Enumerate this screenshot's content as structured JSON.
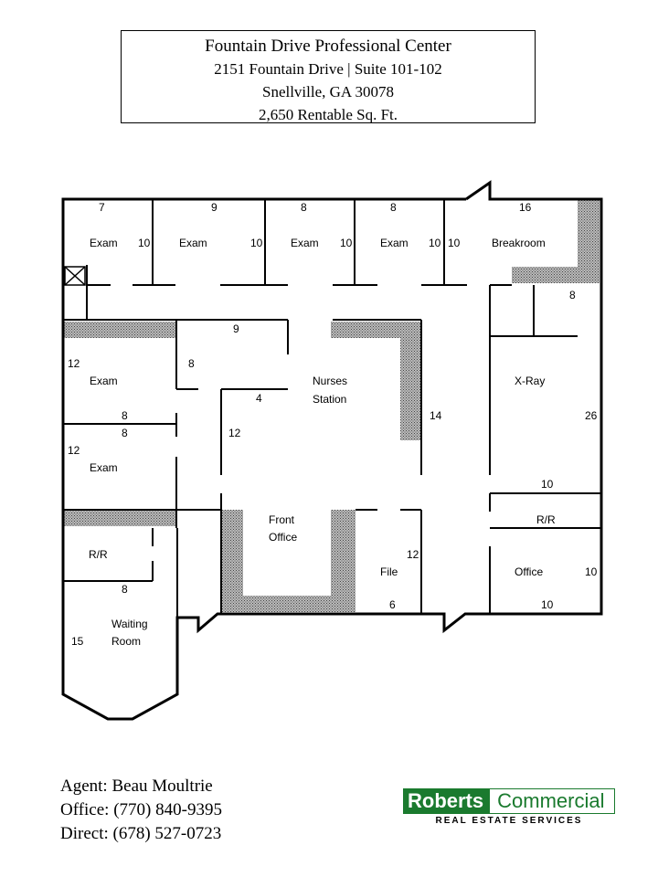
{
  "header": {
    "title": "Fountain Drive Professional Center",
    "address": "2151 Fountain Drive | Suite 101-102",
    "city": "Snellville, GA  30078",
    "area": "2,650 Rentable Sq. Ft."
  },
  "rooms": {
    "exam1": "Exam",
    "exam2": "Exam",
    "exam3": "Exam",
    "exam4": "Exam",
    "exam5": "Exam",
    "exam6": "Exam",
    "breakroom": "Breakroom",
    "nurses1": "Nurses",
    "nurses2": "Station",
    "xray": "X-Ray",
    "front1": "Front",
    "front2": "Office",
    "file": "File",
    "rr_left": "R/R",
    "rr_right": "R/R",
    "office": "Office",
    "waiting1": "Waiting",
    "waiting2": "Room"
  },
  "dims": {
    "d_7": "7",
    "d_9a": "9",
    "d_8a": "8",
    "d_8b": "8",
    "d_16": "16",
    "d_10a": "10",
    "d_10b": "10",
    "d_10c": "10",
    "d_10d": "10",
    "d_10e": "10",
    "d_8c": "8",
    "d_9b": "9",
    "d_12a": "12",
    "d_8d": "8",
    "d_4": "4",
    "d_8e": "8",
    "d_8f": "8",
    "d_12b": "12",
    "d_12c": "12",
    "d_14": "14",
    "d_26": "26",
    "d_10f": "10",
    "d_12d": "12",
    "d_8g": "8",
    "d_15": "15",
    "d_6": "6",
    "d_10g": "10",
    "d_10h": "10"
  },
  "footer": {
    "agent": "Agent:  Beau Moultrie",
    "office": "Office: (770) 840-9395",
    "direct": "Direct: (678) 527-0723"
  },
  "logo": {
    "roberts": "Roberts",
    "commercial": "Commercial",
    "tagline": "REAL ESTATE SERVICES",
    "brand_color": "#1a7a2e"
  }
}
